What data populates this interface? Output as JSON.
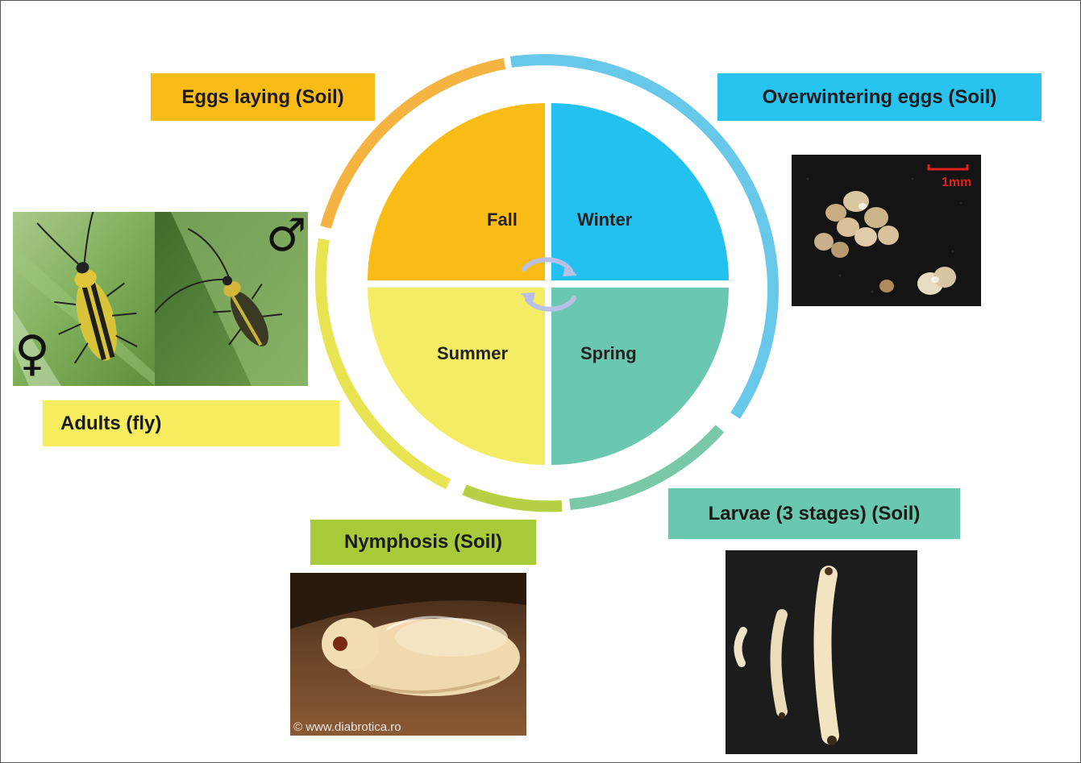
{
  "seasons": {
    "fall": "Fall",
    "winter": "Winter",
    "summer": "Summer",
    "spring": "Spring"
  },
  "stages": {
    "eggs_laying": "Eggs laying (Soil)",
    "overwintering": "Overwintering eggs (Soil)",
    "adults": "Adults (fly)",
    "nymphosis": "Nymphosis (Soil)",
    "larvae": "Larvae (3 stages) (Soil)"
  },
  "photo_text": {
    "scale": "1mm",
    "watermark": "© www.diabrotica.ro",
    "female_symbol": "♀",
    "male_symbol": "♂"
  },
  "colors": {
    "fall": "#f9bb15",
    "winter": "#22c1ef",
    "summer": "#f4ec64",
    "spring": "#6ac7b0",
    "eggs_laying_box": "#f9bb15",
    "overwintering_box": "#29c3f0",
    "adults_box": "#f5ec5e",
    "nymphosis_box": "#a6ca38",
    "larvae_box": "#6ac7b0"
  },
  "icons": [
    "cycle-arrows-icon",
    "female-symbol-icon",
    "male-symbol-icon"
  ]
}
